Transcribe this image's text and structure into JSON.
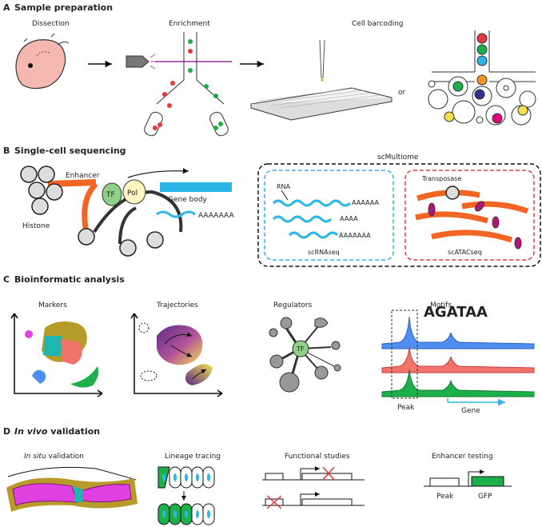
{
  "sections": {
    "a": {
      "letter": "A",
      "title": "Sample preparation",
      "labels": {
        "dissection": "Dissection",
        "enrichment": "Enrichment",
        "barcoding": "Cell barcoding",
        "or": "or"
      }
    },
    "b": {
      "letter": "B",
      "title": "Single-cell sequencing",
      "labels": {
        "enhancer": "Enhancer",
        "tf": "TF",
        "pol": "Pol",
        "gene_body": "Gene body",
        "histone": "Histone",
        "polya": "AAAAAAA",
        "multiome": "scMultiome",
        "rna": "RNA",
        "rna_tail1": "AAAAAA",
        "rna_tail2": "AAAA",
        "rna_tail3": "AAAAAAA",
        "scrnaseq": "scRNAseq",
        "transposase": "Transposase",
        "scatacseq": "scATACseq"
      }
    },
    "c": {
      "letter": "C",
      "title": "Bioinformatic analysis",
      "labels": {
        "markers": "Markers",
        "trajectories": "Trajectories",
        "regulators": "Regulators",
        "motifs": "Motifs",
        "tf": "TF",
        "peak": "Peak",
        "gene": "Gene",
        "motif_seq": "AGATAA"
      }
    },
    "d": {
      "letter": "D",
      "title_italic": "In vivo",
      "title_rest": " validation",
      "labels": {
        "insitu_italic": "In situ",
        "insitu_rest": " validation",
        "lineage": "Lineage tracing",
        "functional": "Functional studies",
        "enhancer_testing": "Enhancer testing",
        "peak": "Peak",
        "gfp": "GFP"
      }
    }
  },
  "colors": {
    "cyan": "#2bb6e8",
    "orange": "#f26522",
    "green": "#1db04a",
    "tf_green": "#8fcf8a",
    "pol_yellow": "#fff6c2",
    "red": "#e5383b",
    "magenta": "#e040e0",
    "purple": "#9b2d9b"
  }
}
